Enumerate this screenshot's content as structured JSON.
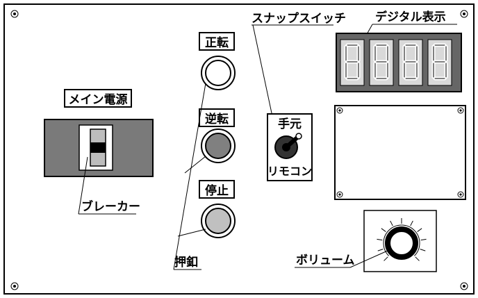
{
  "labels": {
    "main_power": "メイン電源",
    "breaker": "ブレーカー",
    "forward": "正転",
    "reverse": "逆転",
    "stop": "停止",
    "pushbutton": "押釦",
    "snap_switch": "スナップスイッチ",
    "local": "手元",
    "remote": "リモコン",
    "digital_display": "デジタル表示",
    "volume": "ボリューム"
  },
  "display": {
    "digits": "8888"
  },
  "colors": {
    "breaker_panel": "#7a7a7a",
    "breaker_knob": "#000000",
    "display_frame": "#666666",
    "display_face": "#d9d9d9",
    "btn_forward": "#ffffff",
    "btn_reverse": "#808080",
    "btn_stop": "#c0c0c0",
    "snap_body": "#333333"
  }
}
